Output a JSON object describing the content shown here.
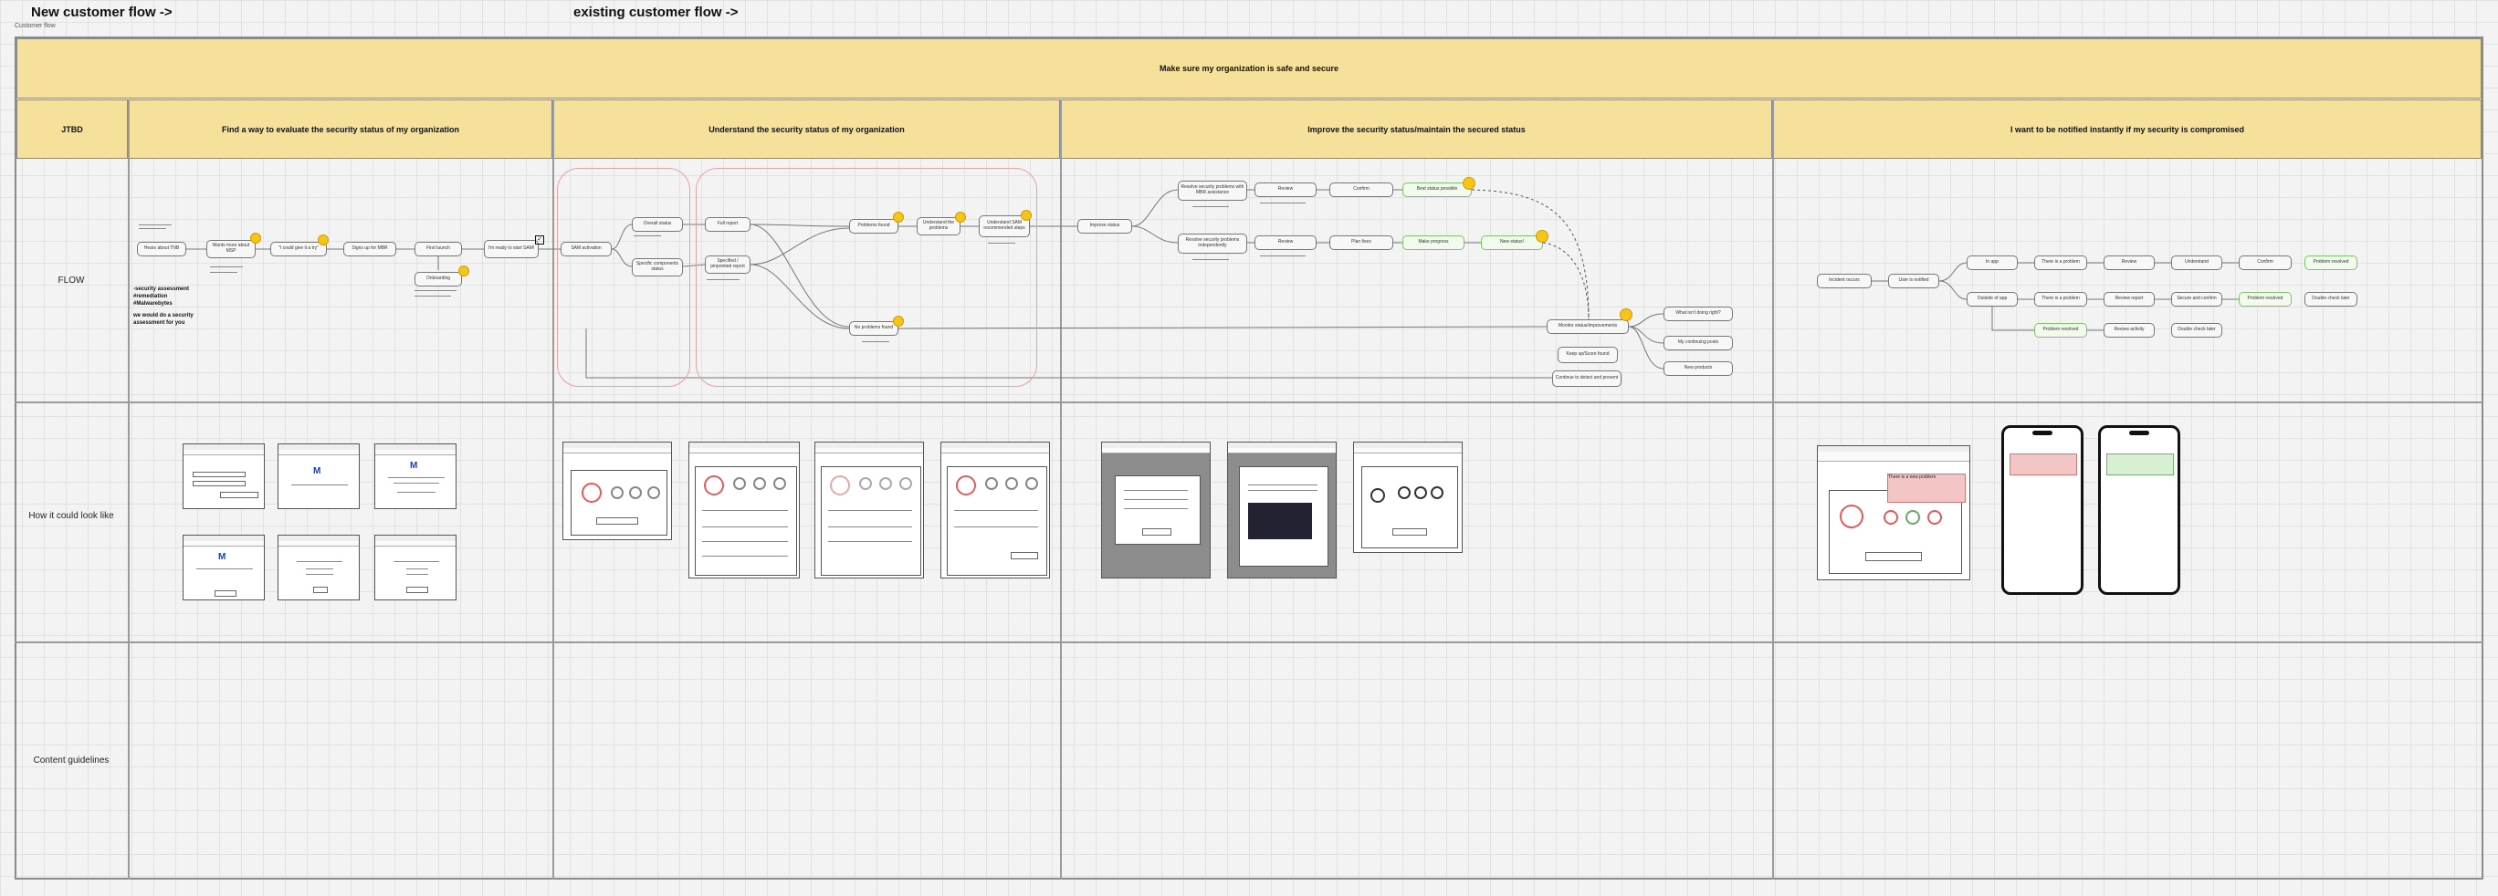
{
  "titles": {
    "new_flow": "New customer flow ->",
    "existing_flow": "existing customer flow ->",
    "subtitle": "Customer flow"
  },
  "banner": {
    "text": "Make sure my organization is safe and secure"
  },
  "columns": {
    "jtbd": "JTBD",
    "col1": "Find a way to evaluate the security status of my organization",
    "col2": "Understand the security status of my organization",
    "col3": "Improve the security status/maintain the secured status",
    "col4": "I want to be notified instantly if my security is compromised"
  },
  "rows": {
    "flow": "FLOW",
    "look": "How it could look like",
    "content": "Content guidelines"
  },
  "note": {
    "line1": "-security assessment",
    "line2": "#remediation",
    "line3": "#Malwarebytes",
    "line4": "we would do a security",
    "line5": "assessment for you"
  },
  "nodes": {
    "hears": "Hears about TNB",
    "wants": "Wants more about MSP",
    "trial": "\"I could give it a try\"",
    "signup": "Signs up for MBR",
    "first": "First launch",
    "onboarding": "Onboarding",
    "ready": "I'm ready to start SAM!",
    "sam": "SAM activation",
    "overall": "Overall status",
    "specific": "Specific components status",
    "full": "Full report",
    "specified": "Specified / pinpointed report",
    "problems": "Problems found",
    "understand_p": "Understand the problems",
    "understand_sam": "Understand SAM recommended steps",
    "noprob": "No problems found",
    "improve": "Improve status",
    "resolve_mbr": "Resolve security problems with MBR assistance",
    "resolve_ind": "Resolve security problems independently",
    "review1": "Review",
    "confirm1": "Confirm",
    "best": "Best status possible",
    "review2": "Review",
    "plan": "Plan fixes",
    "make": "Make progress",
    "newstatus": "New status!",
    "monitor": "Monitor status/improvements",
    "scanning": "Keep up/Score found",
    "cont": "Continue to detect and prevent",
    "wrong": "What isn't doing right?",
    "recommend": "My continuing posts",
    "newprod": "New products",
    "incident": "Incident occurs",
    "notified": "User is notified",
    "inapp": "In app",
    "outside": "Outside of app",
    "there": "There is a problem",
    "review3": "Review",
    "und3": "Understand",
    "confirm3": "Confirm",
    "resolved1": "Problem resolved",
    "there2": "There is a problem",
    "review_report": "Review report",
    "secure": "Secure and confirm",
    "resolved2": "Problem resolved",
    "double": "Double check later",
    "resolved3": "Problem resolved",
    "review_act": "Review activity",
    "double2": "Double check later"
  },
  "mock_text": {
    "mb1": "M",
    "mb2": "M",
    "mb3": "M",
    "popup": "There is a new problem"
  },
  "colors": {
    "banner": "#f6e19b",
    "frame": "#8a8a8a",
    "region": "#e8a0a0",
    "green": "#7fc46c",
    "emoji": "#f5c518"
  }
}
